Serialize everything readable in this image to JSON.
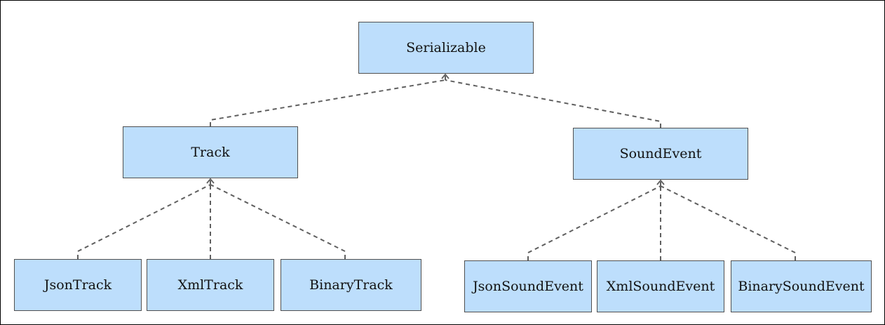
{
  "nodes": {
    "serializable": "Serializable",
    "track": "Track",
    "sound_event": "SoundEvent",
    "json_track": "JsonTrack",
    "xml_track": "XmlTrack",
    "binary_track": "BinaryTrack",
    "json_sound_event": "JsonSoundEvent",
    "xml_sound_event": "XmlSoundEvent",
    "binary_sound_event": "BinarySoundEvent"
  },
  "edges": [
    {
      "from": "track",
      "to": "serializable",
      "style": "dashed"
    },
    {
      "from": "sound_event",
      "to": "serializable",
      "style": "dashed"
    },
    {
      "from": "json_track",
      "to": "track",
      "style": "dashed"
    },
    {
      "from": "xml_track",
      "to": "track",
      "style": "dashed"
    },
    {
      "from": "binary_track",
      "to": "track",
      "style": "dashed"
    },
    {
      "from": "json_sound_event",
      "to": "sound_event",
      "style": "dashed"
    },
    {
      "from": "xml_sound_event",
      "to": "sound_event",
      "style": "dashed"
    },
    {
      "from": "binary_sound_event",
      "to": "sound_event",
      "style": "dashed"
    }
  ],
  "colors": {
    "node_fill": "#bddefc",
    "node_border": "#505050",
    "edge": "#606060"
  }
}
